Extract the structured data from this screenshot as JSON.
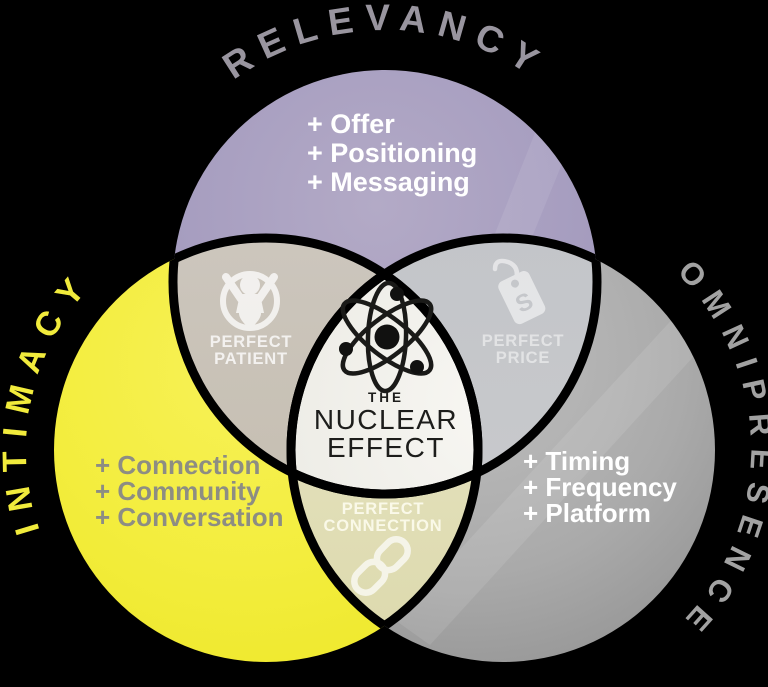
{
  "background": "#000000",
  "circles": {
    "relevancy": {
      "label": "RELEVANCY",
      "color": "#a49bbd",
      "label_color": "#99959f",
      "items": [
        "+ Offer",
        "+ Positioning",
        "+ Messaging"
      ],
      "items_color": "#ffffff"
    },
    "intimacy": {
      "label": "INTIMACY",
      "color": "#f2ec3b",
      "label_color": "#f1eb3c",
      "items": [
        "+ Connection",
        "+ Community",
        "+ Conversation"
      ],
      "items_color": "#8d8d83"
    },
    "omnipresence": {
      "label": "OMNIPRESENCE",
      "color": "#a9a9a9",
      "label_color": "#a2a2a2",
      "items": [
        "+ Timing",
        "+ Frequency",
        "+ Platform"
      ],
      "items_color": "#ffffff"
    }
  },
  "overlaps": {
    "patient": {
      "line1": "PERFECT",
      "line2": "PATIENT",
      "icon": "person-raised-arms",
      "color": "#c7bfb3",
      "text_color": "#ffffff"
    },
    "price": {
      "line1": "PERFECT",
      "line2": "PRICE",
      "icon": "price-tag",
      "color": "#c7c8cc",
      "text_color": "#ffffff",
      "tag_symbol": "S"
    },
    "connection": {
      "line1": "PERFECT",
      "line2": "CONNECTION",
      "icon": "chain-link",
      "color": "#e2dfb8",
      "text_color": "#fffef2"
    }
  },
  "center": {
    "line1": "THE",
    "line2": "NUCLEAR",
    "line3": "EFFECT",
    "icon": "atom",
    "color": "#f1f0eb",
    "text_color": "#1d1d1b",
    "outline_color": "#000000"
  }
}
